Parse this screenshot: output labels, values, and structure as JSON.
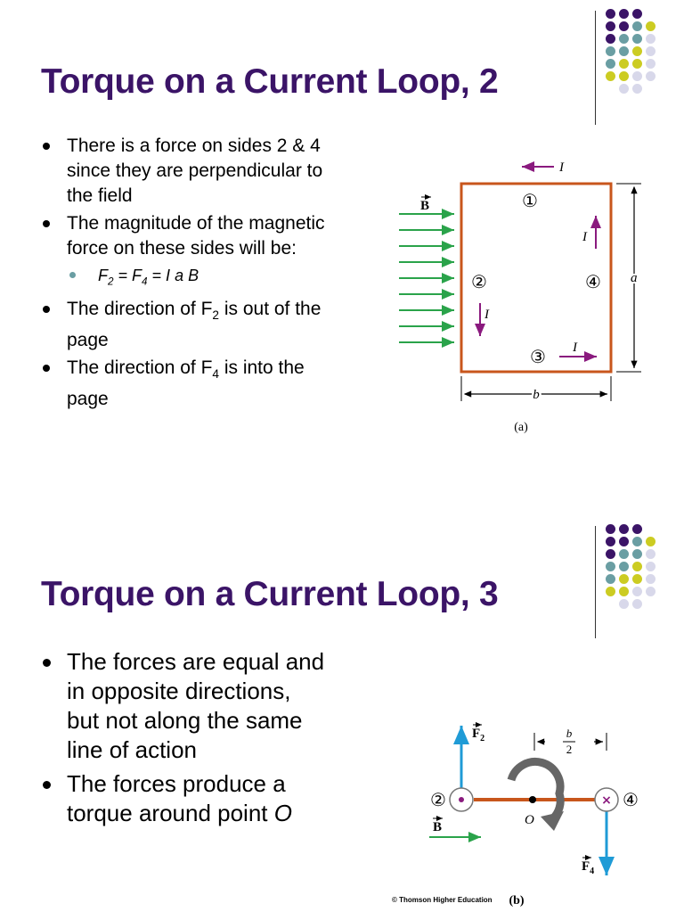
{
  "slides": [
    {
      "title": "Torque on a Current Loop, 2",
      "bullets": [
        {
          "text": "There is a force on sides 2 & 4 since they are perpendicular to the field"
        },
        {
          "text": "The magnitude of the magnetic force on these sides will be:"
        },
        {
          "sub": true,
          "parts": [
            "F",
            "2",
            " = F",
            "4",
            " = I a B"
          ]
        },
        {
          "parts": [
            "The direction of F",
            "2",
            " is out of the page"
          ]
        },
        {
          "parts": [
            "The direction of F",
            "4",
            " is into the page"
          ]
        }
      ],
      "figure": {
        "current_label": "I",
        "field_label": "B",
        "side_labels": [
          "①",
          "②",
          "③",
          "④"
        ],
        "height_label": "a",
        "width_label": "b",
        "caption": "(a)"
      }
    },
    {
      "title": "Torque on a Current Loop, 3",
      "bullets": [
        {
          "text": "The forces are equal and in opposite directions, but not along the same line of action"
        },
        {
          "parts": [
            "The forces produce a torque around point ",
            "O"
          ]
        }
      ],
      "figure": {
        "force_top": "F",
        "force_top_sub": "2",
        "force_bottom": "F",
        "force_bottom_sub": "4",
        "field_label": "B",
        "half_num": "b",
        "half_den": "2",
        "pivot_label": "O",
        "side_left": "②",
        "side_right": "④",
        "caption": "(b)",
        "credit": "© Thomson Higher Education"
      }
    }
  ],
  "colors": {
    "title": "#3b1467",
    "loop": "#c8561c",
    "field_arrow": "#2aa34a",
    "current_arrow": "#8a1a7e",
    "force_arrow": "#1f9bd6",
    "dot_purple": "#3b1467",
    "dot_teal": "#6a9ea3",
    "dot_yellow": "#cccc22",
    "dot_lavender": "#d8d8ea"
  }
}
